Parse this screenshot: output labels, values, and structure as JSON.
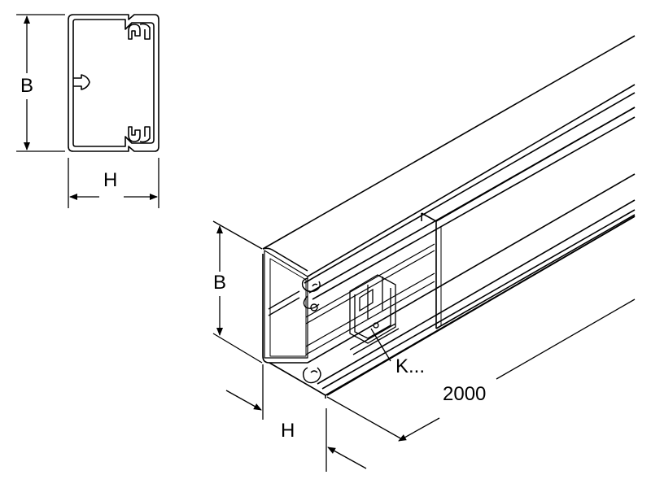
{
  "labels": {
    "section_height": "B",
    "section_width": "H",
    "duct_height": "B",
    "duct_width": "H",
    "clip": "K...",
    "length": "2000"
  },
  "colors": {
    "line": "#000000",
    "background": "#ffffff"
  }
}
